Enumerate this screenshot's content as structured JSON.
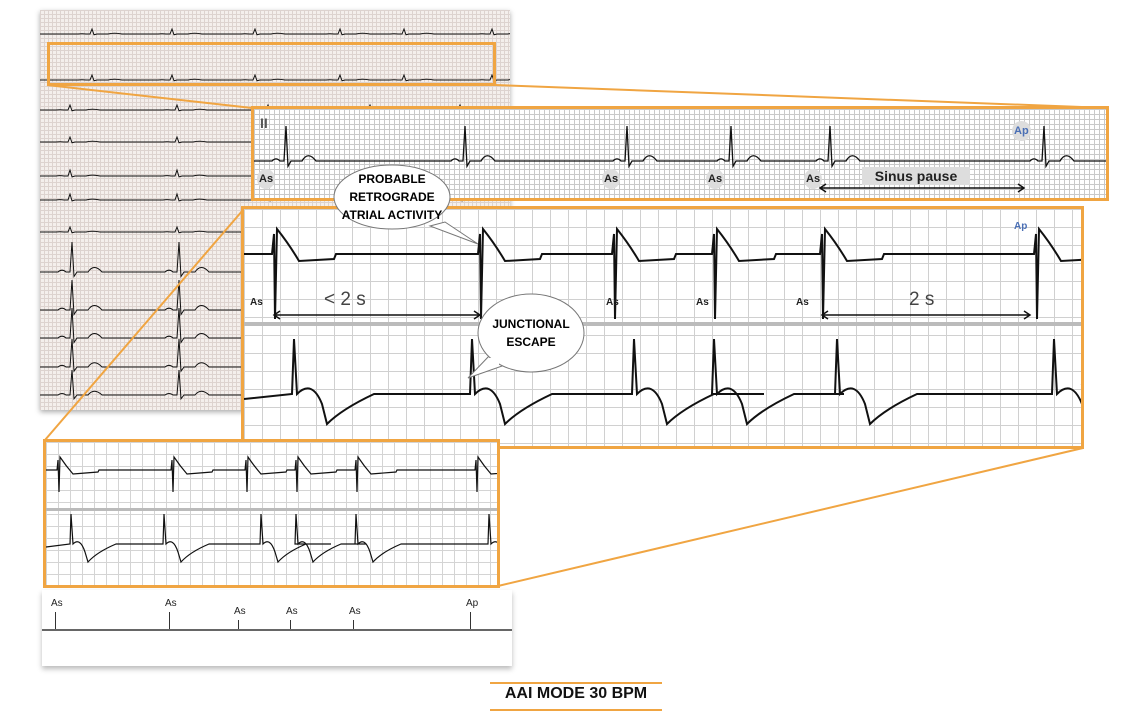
{
  "top_strip": {
    "lead": "II",
    "markers": [
      "As",
      "As",
      "As",
      "As"
    ],
    "ap": "Ap",
    "pause_label": "Sinus pause"
  },
  "zoom_panel": {
    "markers": [
      "As",
      "As",
      "As",
      "As"
    ],
    "ap": "Ap",
    "interval_left": "< 2 s",
    "interval_right": "2 s"
  },
  "callouts": {
    "retrograde": "PROBABLE RETROGRADE ATRIAL ACTIVITY",
    "junctional": "JUNCTIONAL ESCAPE"
  },
  "marker_strip": {
    "markers": [
      "As",
      "As",
      "As",
      "As",
      "As",
      "Ap"
    ]
  },
  "title": "AAI MODE 30 BPM",
  "colors": {
    "accent": "#f0a542"
  }
}
